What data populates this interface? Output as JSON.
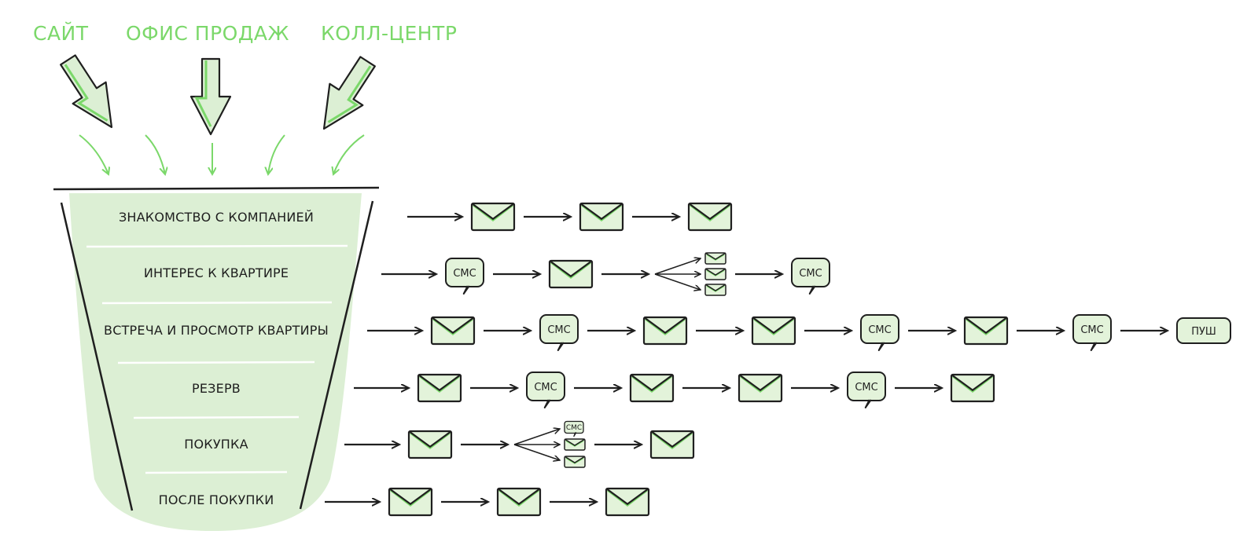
{
  "sources": [
    "САЙТ",
    "ОФИС ПРОДАЖ",
    "КОЛЛ-ЦЕНТР"
  ],
  "stages": [
    {
      "label": "ЗНАКОМСТВО С КОМПАНИЕЙ",
      "chain": [
        "email",
        "email",
        "email"
      ]
    },
    {
      "label": "ИНТЕРЕС К КВАРТИРЕ",
      "chain": [
        "sms",
        "email",
        "fan-emails",
        "sms"
      ]
    },
    {
      "label": "ВСТРЕЧА И ПРОСМОТР КВАРТИРЫ",
      "chain": [
        "email",
        "sms",
        "email",
        "email",
        "sms",
        "email",
        "sms",
        "push"
      ]
    },
    {
      "label": "РЕЗЕРВ",
      "chain": [
        "email",
        "sms",
        "email",
        "email",
        "sms",
        "email"
      ]
    },
    {
      "label": "ПОКУПКА",
      "chain": [
        "email",
        "fan-mixed",
        "email"
      ]
    },
    {
      "label": "ПОСЛЕ ПОКУПКИ",
      "chain": [
        "email",
        "email",
        "email"
      ]
    }
  ],
  "labels": {
    "sms": "СМС",
    "push": "ПУШ"
  },
  "colors": {
    "accent": "#7bd86a",
    "funnel_fill": "#dcefd4",
    "icon_fill": "#e3f3da",
    "stroke": "#1f1f1f"
  },
  "icons": [
    "arrow-down-icon",
    "envelope-icon",
    "speech-bubble-icon"
  ]
}
